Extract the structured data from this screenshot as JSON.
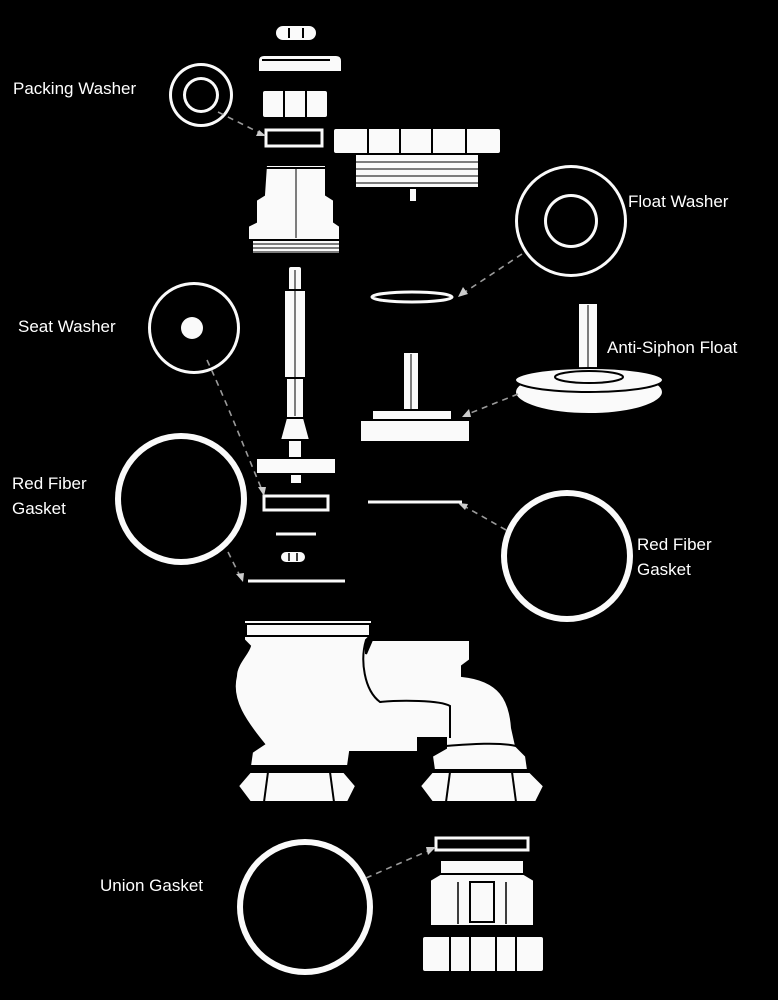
{
  "labels": {
    "packing_washer": "Packing Washer",
    "float_washer": "Float Washer",
    "seat_washer": "Seat Washer",
    "anti_siphon_float": "Anti-Siphon Float",
    "red_fiber_gasket_left": [
      "Red Fiber",
      "Gasket"
    ],
    "red_fiber_gasket_right": [
      "Red Fiber",
      "Gasket"
    ],
    "union_gasket": "Union Gasket"
  },
  "colors": {
    "background": "#000000",
    "part_fill": "#fafafa",
    "outline": "#000000",
    "leader_line": "#9a9a9a"
  }
}
